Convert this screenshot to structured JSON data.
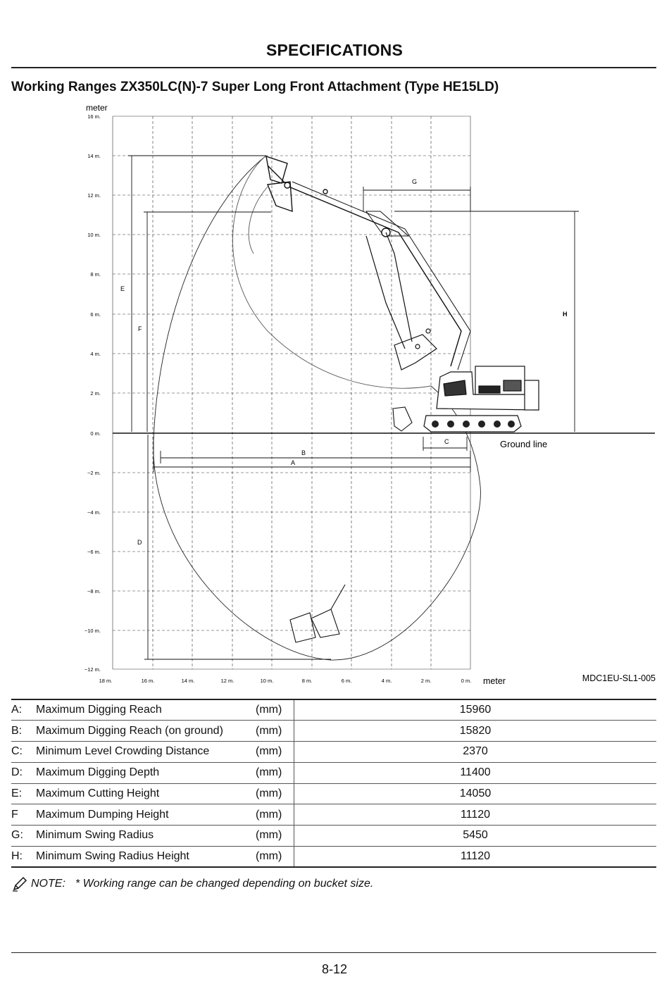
{
  "page_title": "SPECIFICATIONS",
  "section_title": "Working Ranges  ZX350LC(N)-7 Super Long Front Attachment (Type HE15LD)",
  "diagram": {
    "y_unit": "meter",
    "x_unit": "meter",
    "y_ticks": [
      "16 m.",
      "14 m.",
      "12 m.",
      "10 m.",
      "8 m.",
      "6 m.",
      "4 m.",
      "2 m.",
      "0 m.",
      "−2 m.",
      "−4 m.",
      "−6 m.",
      "−8 m.",
      "−10 m.",
      "−12 m."
    ],
    "x_ticks": [
      "18 m.",
      "16 m.",
      "14 m.",
      "12 m.",
      "10 m.",
      "8 m.",
      "6 m.",
      "4 m.",
      "2 m.",
      "0 m."
    ],
    "ground_line_label": "Ground line",
    "dimension_letters": {
      "A": "A",
      "B": "B",
      "C": "C",
      "D": "D",
      "E": "E",
      "F": "F",
      "G": "G",
      "H": "H"
    },
    "figure_code": "MDC1EU-SL1-005"
  },
  "specs": [
    {
      "key": "A:",
      "label": "Maximum Digging Reach",
      "unit": "(mm)",
      "value": "15960"
    },
    {
      "key": "B:",
      "label": "Maximum Digging Reach (on ground)",
      "unit": "(mm)",
      "value": "15820"
    },
    {
      "key": "C:",
      "label": "Minimum Level Crowding Distance",
      "unit": "(mm)",
      "value": "2370"
    },
    {
      "key": "D:",
      "label": "Maximum Digging Depth",
      "unit": "(mm)",
      "value": "11400"
    },
    {
      "key": "E:",
      "label": "Maximum Cutting Height",
      "unit": "(mm)",
      "value": "14050"
    },
    {
      "key": "F",
      "label": "Maximum Dumping Height",
      "unit": "(mm)",
      "value": "11120"
    },
    {
      "key": "G:",
      "label": "Minimum Swing Radius",
      "unit": "(mm)",
      "value": "5450"
    },
    {
      "key": "H:",
      "label": "Minimum Swing Radius Height",
      "unit": "(mm)",
      "value": "11120"
    }
  ],
  "note": {
    "icon": "pen-icon",
    "label": "NOTE:",
    "text": "* Working range can be changed depending on bucket size."
  },
  "page_number": "8-12"
}
